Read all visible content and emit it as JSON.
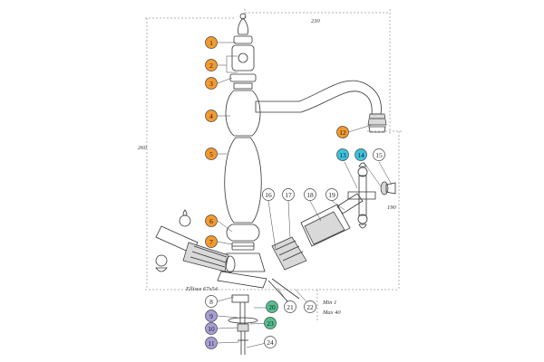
{
  "diagram": {
    "dimensions": {
      "width": "230",
      "height": "260",
      "handle_reach": "190",
      "min_max_line1": "Min 1",
      "min_max_line2": "Max 40",
      "ellipse": "Ellisse 67x54"
    },
    "colors": {
      "orange": "#f39a2e",
      "cyan": "#3cc3df",
      "purple": "#a79ed6",
      "green": "#55c192",
      "white": "#ffffff"
    },
    "callouts": [
      {
        "label": "1",
        "group": "orange"
      },
      {
        "label": "2",
        "group": "orange"
      },
      {
        "label": "3",
        "group": "orange"
      },
      {
        "label": "4",
        "group": "orange"
      },
      {
        "label": "5",
        "group": "orange"
      },
      {
        "label": "6",
        "group": "orange"
      },
      {
        "label": "7",
        "group": "orange"
      },
      {
        "label": "8",
        "group": "white"
      },
      {
        "label": "9",
        "group": "purple"
      },
      {
        "label": "10",
        "group": "purple"
      },
      {
        "label": "11",
        "group": "purple"
      },
      {
        "label": "12",
        "group": "orange"
      },
      {
        "label": "13",
        "group": "cyan"
      },
      {
        "label": "14",
        "group": "cyan"
      },
      {
        "label": "15",
        "group": "white"
      },
      {
        "label": "16",
        "group": "white"
      },
      {
        "label": "17",
        "group": "white"
      },
      {
        "label": "18",
        "group": "white"
      },
      {
        "label": "19",
        "group": "white"
      },
      {
        "label": "20",
        "group": "green"
      },
      {
        "label": "21",
        "group": "white"
      },
      {
        "label": "22",
        "group": "white"
      },
      {
        "label": "23",
        "group": "green"
      },
      {
        "label": "24",
        "group": "white"
      }
    ]
  }
}
